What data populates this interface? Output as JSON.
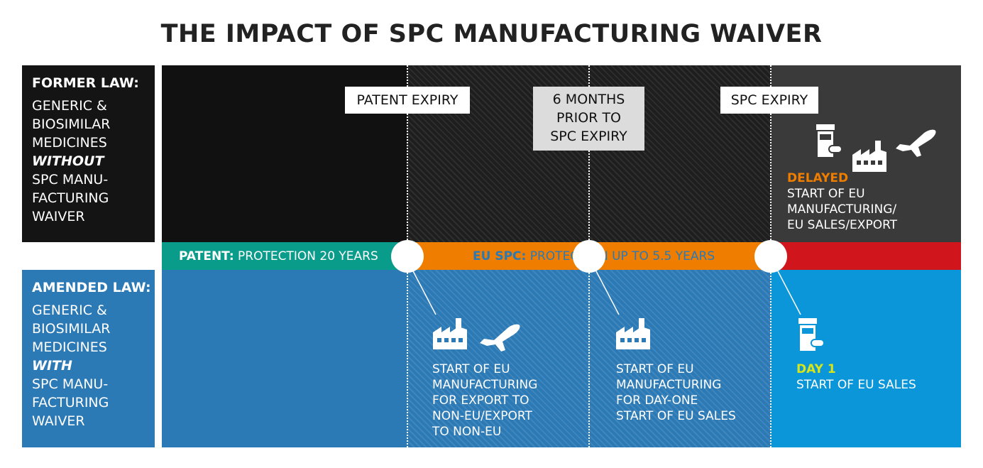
{
  "title": "THE IMPACT OF SPC MANUFACTURING WAIVER",
  "former_law": {
    "heading": "FORMER LAW:",
    "lines": [
      "GENERIC &",
      "BIOSIMILAR",
      "MEDICINES",
      "WITHOUT",
      "SPC MANU-",
      "FACTURING",
      "WAIVER"
    ]
  },
  "amended_law": {
    "heading": "AMENDED LAW:",
    "lines": [
      "GENERIC &",
      "BIOSIMILAR",
      "MEDICINES",
      "WITH",
      "SPC MANU-",
      "FACTURING",
      "WAIVER"
    ]
  },
  "milestones": {
    "patent_expiry": "PATENT EXPIRY",
    "six_months": [
      "6 MONTHS",
      "PRIOR TO",
      "SPC EXPIRY"
    ],
    "spc_expiry": "SPC EXPIRY"
  },
  "timeline_bar": {
    "patent_label": "PATENT:",
    "patent_text": "PROTECTION 20 YEARS",
    "spc_label": "EU SPC:",
    "spc_text": "PROTECTION UP TO 5.5 YEARS"
  },
  "former_outcome": {
    "highlight": "DELAYED",
    "lines": [
      "START OF EU",
      "MANUFACTURING/",
      "EU SALES/EXPORT"
    ]
  },
  "amended_outcomes": {
    "export": [
      "START OF EU",
      "MANUFACTURING",
      "FOR EXPORT TO",
      "NON-EU/EXPORT",
      "TO NON-EU"
    ],
    "day_one": [
      "START OF EU",
      "MANUFACTURING",
      "FOR DAY-ONE",
      "START OF EU SALES"
    ],
    "sales_highlight": "DAY 1",
    "sales": "START OF EU SALES"
  },
  "icons": {
    "former": [
      "pill-bottle-icon",
      "factory-icon",
      "airplane-icon"
    ],
    "export": [
      "factory-icon",
      "airplane-icon"
    ],
    "day_one": [
      "factory-icon"
    ],
    "sales": [
      "pill-bottle-icon"
    ]
  },
  "colors": {
    "former_panel": "#111111",
    "former_after_spc": "#3a3a3a",
    "sidebox_former": "#141414",
    "amended_panel": "#2b79b5",
    "amended_after_spc": "#0a96d8",
    "patent_bar": "#0a9c8a",
    "spc_bar": "#ef7d00",
    "after_spc_bar": "#d0161c",
    "delayed": "#ef7d00",
    "day1": "#d7e51a"
  }
}
